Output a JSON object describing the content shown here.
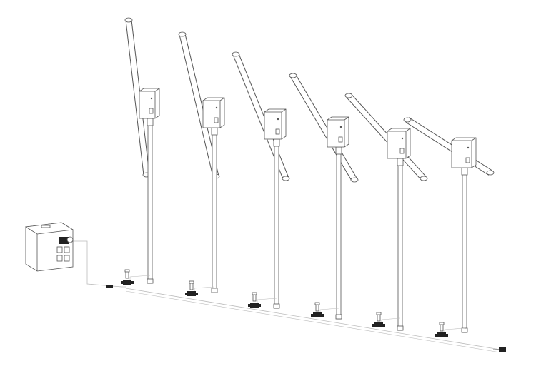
{
  "diagram": {
    "type": "technical-line-drawing",
    "description_visible_text": "",
    "colors": {
      "line": "#555555",
      "fill": "#ffffff",
      "dark": "#222222",
      "ground": "#bbbbbb"
    },
    "components": {
      "control_cabinet": {
        "count": 1
      },
      "rotating_pole_units": {
        "count": 6
      },
      "valve_fittings": {
        "count": 6
      },
      "end_connector": {
        "count": 1
      }
    }
  }
}
